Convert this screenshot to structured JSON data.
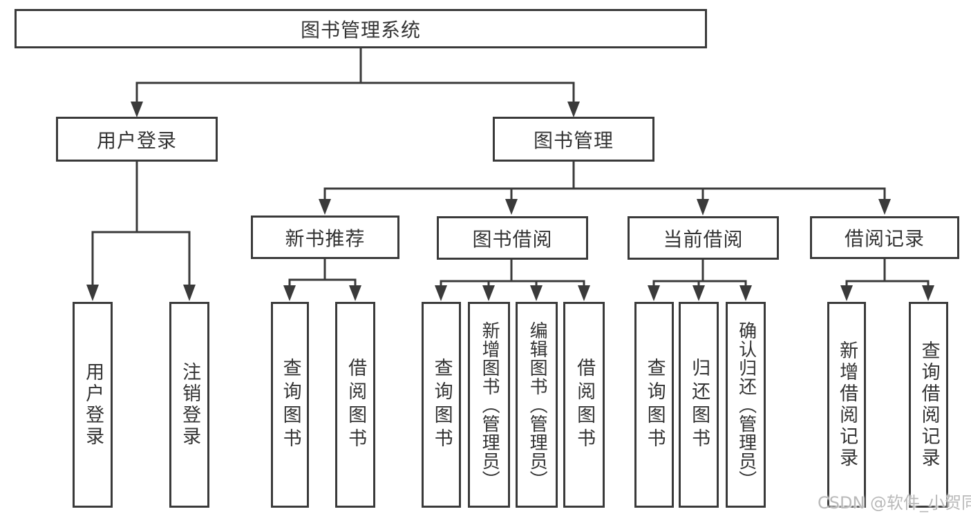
{
  "diagram_type": "feature-tree",
  "colors": {
    "background": "#ffffff",
    "line": "#3a3a3a",
    "box_border": "#3a3a3a",
    "box_fill": "#ffffff",
    "text": "#333333",
    "watermark": "#b9b9b9"
  },
  "nodes": {
    "root": "图书管理系统",
    "user_login": "用户登录",
    "book_management": "图书管理",
    "new_book_recommend": "新书推荐",
    "book_borrow": "图书借阅",
    "current_borrow": "当前借阅",
    "borrow_record": "借阅记录",
    "leaf_user_login": "用户登录",
    "leaf_logout": "注销登录",
    "leaf_nb_query": "查询图书",
    "leaf_nb_borrow": "借阅图书",
    "leaf_bb_query": "查询图书",
    "leaf_bb_add": "新增图书（管理员）",
    "leaf_bb_edit": "编辑图书（管理员）",
    "leaf_bb_borrow": "借阅图书",
    "leaf_cb_query": "查询图书",
    "leaf_cb_return": "归还图书",
    "leaf_cb_confirm": "确认归还（管理员）",
    "leaf_br_add": "新增借阅记录",
    "leaf_br_query": "查询借阅记录"
  },
  "watermark": "CSDN @软件_小贺同学"
}
